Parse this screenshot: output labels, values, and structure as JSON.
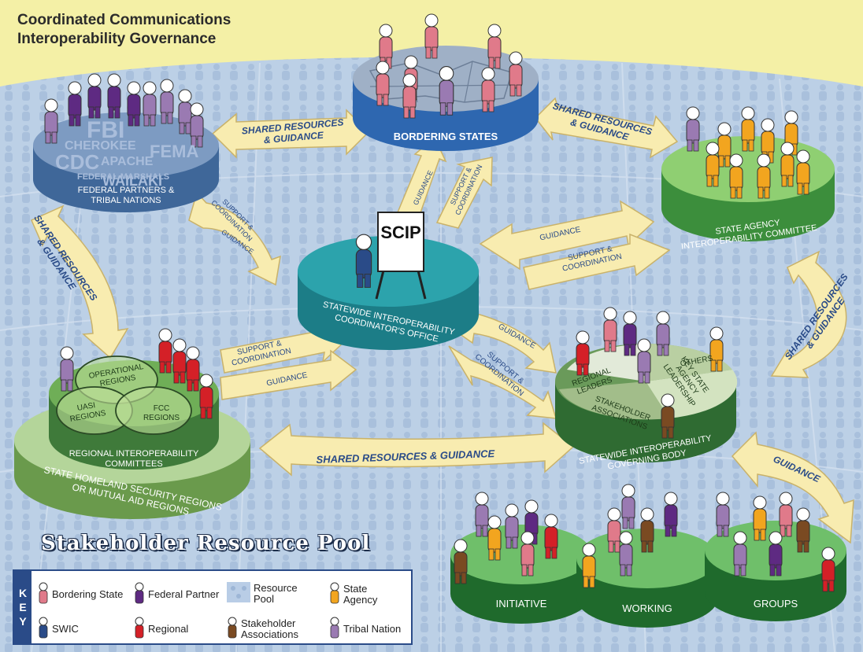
{
  "title_lines": [
    "Coordinated Communications",
    "Interoperability Governance"
  ],
  "pool_title": "Stakeholder Resource Pool",
  "nodes": {
    "bordering_states": {
      "label": "BORDERING STATES"
    },
    "federal": {
      "label_lines": [
        "FEDERAL PARTNERS &",
        "TRIBAL NATIONS"
      ],
      "words": [
        "FBI",
        "CHEROKEE",
        "FEMA",
        "CDC",
        "APACHE",
        "FEDERAL MARSHALS",
        "WAILAKI"
      ]
    },
    "state_agency": {
      "label_lines": [
        "STATE AGENCY",
        "INTEROPERABILITY COMMITTEE"
      ]
    },
    "scip": {
      "board": "SCIP",
      "label_lines": [
        "STATEWIDE INTEROPERABILITY",
        "COORDINATOR'S OFFICE"
      ]
    },
    "regional": {
      "inner_label_lines": [
        "REGIONAL INTEROPERABILITY",
        "COMMITTEES"
      ],
      "outer_label_lines": [
        "STATE HOMELAND SECURITY REGIONS",
        "OR MUTUAL AID REGIONS"
      ],
      "circles": [
        [
          "OPERATIONAL",
          "REGIONS"
        ],
        [
          "UASI",
          "REGIONS"
        ],
        [
          "FCC",
          "REGIONS"
        ]
      ]
    },
    "governing": {
      "label_lines": [
        "STATEWIDE INTEROPERABILITY",
        "GOVERNING BODY"
      ],
      "segments": [
        [
          "REGIONAL",
          "LEADERS"
        ],
        [
          "OTHERS"
        ],
        [
          "KEY STATE",
          "AGENCY",
          "LEADERSHIP"
        ],
        [
          "STAKEHOLDER",
          "ASSOCIATIONS"
        ]
      ]
    },
    "groups": {
      "labels": [
        "INITIATIVE",
        "WORKING",
        "GROUPS"
      ]
    }
  },
  "arrows": {
    "fed_border": [
      "SHARED RESOURCES",
      "& GUIDANCE"
    ],
    "border_state": [
      "SHARED RESOURCES",
      "& GUIDANCE"
    ],
    "left_vertical": [
      "SHARED RESOURCES",
      "& GUIDANCE"
    ],
    "right_vertical": [
      "SHARED RESOURCES",
      "& GUIDANCE"
    ],
    "bottom": "SHARED RESOURCES & GUIDANCE",
    "groups_up": "GUIDANCE",
    "scip_border_guidance": "GUIDANCE",
    "scip_border_support": [
      "SUPPORT &",
      "COORDINATION"
    ],
    "fed_scip_support": [
      "SUPPORT &",
      "COORDINATION"
    ],
    "fed_scip_guidance": "GUIDANCE",
    "state_scip_guidance": "GUIDANCE",
    "state_scip_support": [
      "SUPPORT &",
      "COORDINATION"
    ],
    "regional_scip_support": [
      "SUPPORT &",
      "COORDINATION"
    ],
    "regional_scip_guidance": "GUIDANCE",
    "gov_scip_guidance": "GUIDANCE",
    "gov_scip_support": [
      "SUPPORT &",
      "COORDINATION"
    ]
  },
  "key": {
    "letters": [
      "K",
      "E",
      "Y"
    ],
    "items": [
      {
        "label_lines": [
          "Bordering State"
        ],
        "color": "#e07a8a"
      },
      {
        "label_lines": [
          "Federal Partner"
        ],
        "color": "#5e2a82"
      },
      {
        "label_lines": [
          "Resource",
          "Pool"
        ],
        "color": "#b9cde6"
      },
      {
        "label_lines": [
          "State",
          "Agency"
        ],
        "color": "#f2a51f"
      },
      {
        "label_lines": [
          "SWIC"
        ],
        "color": "#2a4b88"
      },
      {
        "label_lines": [
          "Regional"
        ],
        "color": "#d42027"
      },
      {
        "label_lines": [
          "Stakeholder",
          "Associations"
        ],
        "color": "#7a4a22"
      },
      {
        "label_lines": [
          "Tribal Nation"
        ],
        "color": "#9a7ab2"
      }
    ]
  },
  "colors": {
    "sky": "#f4f0a6",
    "pool": "#bcd0e6",
    "arrow": "#f8ecb0",
    "arrow_text": "#2a4b88",
    "bordering": "#e07a8a",
    "federal": "#5e2a82",
    "tribal": "#9a7ab2",
    "state": "#f2a51f",
    "regional": "#d42027",
    "stakeholder": "#7a4a22",
    "swic": "#2a4b88"
  }
}
